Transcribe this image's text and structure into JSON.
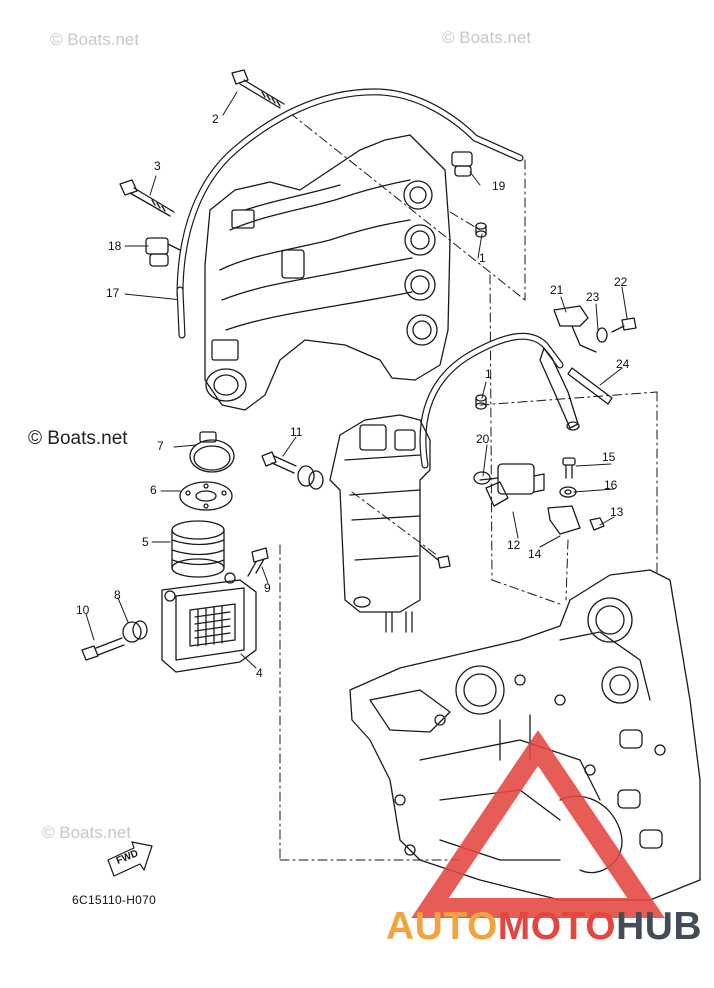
{
  "watermarks": {
    "top_left": "© Boats.net",
    "top_right": "© Boats.net",
    "mid_left": "© Boats.net",
    "bottom_left": "© Boats.net"
  },
  "callouts": [
    "1",
    "1",
    "2",
    "3",
    "4",
    "5",
    "6",
    "7",
    "8",
    "9",
    "10",
    "11",
    "12",
    "13",
    "14",
    "15",
    "16",
    "17",
    "18",
    "19",
    "20",
    "21",
    "22",
    "23",
    "24"
  ],
  "fwd_label": "FWD",
  "diagram_code": "6C15110-H070",
  "brand": {
    "part1": "AUTO",
    "part2": "MOTO",
    "part3": "HUB",
    "colors": {
      "auto": "#f2a33c",
      "moto": "#e4463f",
      "hub": "#454c57",
      "triangle": "#e4463f"
    }
  }
}
